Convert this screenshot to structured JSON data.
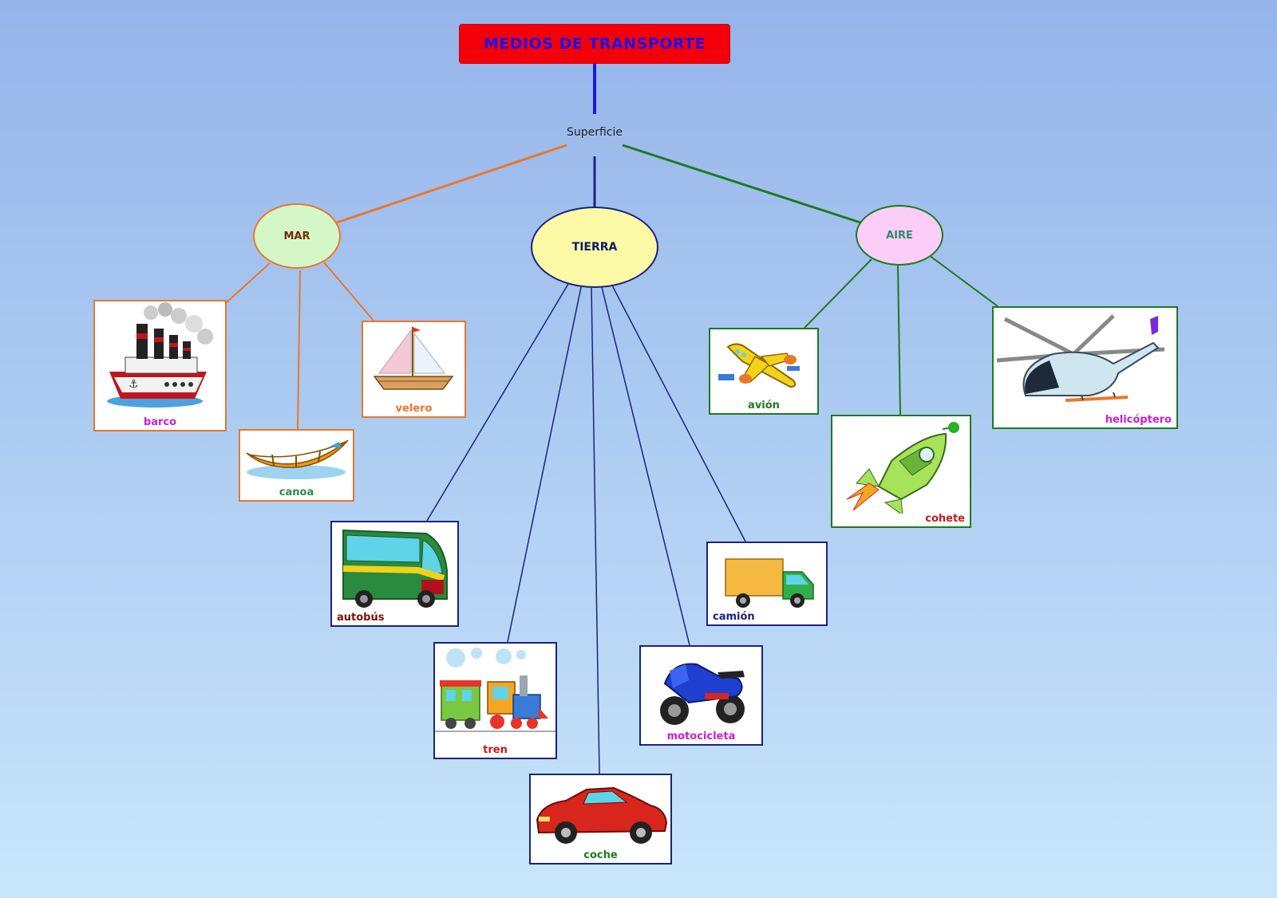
{
  "title": "MEDIOS DE TRANSPORTE",
  "link_label": "Superficie",
  "categories": {
    "mar": {
      "label": "MAR",
      "fill": "#d4f7c8",
      "text_color": "#7a2a00",
      "line_color": "#e8782a"
    },
    "tierra": {
      "label": "TIERRA",
      "fill": "#fbf9a6",
      "text_color": "#0d1a6e",
      "line_color": "#1a237e"
    },
    "aire": {
      "label": "AIRE",
      "fill": "#fbcdf7",
      "text_color": "#2e8a6e",
      "line_color": "#1e7a1e"
    }
  },
  "items": {
    "barco": {
      "label": "barco",
      "color": "#c81fd0",
      "icon": "ship-icon"
    },
    "canoa": {
      "label": "canoa",
      "color": "#2a8a4a",
      "icon": "canoe-icon"
    },
    "velero": {
      "label": "velero",
      "color": "#e8782a",
      "icon": "sailboat-icon"
    },
    "autobus": {
      "label": "autobús",
      "color": "#7a1010",
      "icon": "bus-icon"
    },
    "tren": {
      "label": "tren",
      "color": "#c81a1a",
      "icon": "train-icon"
    },
    "coche": {
      "label": "coche",
      "color": "#1e7a1e",
      "icon": "car-icon"
    },
    "motocicleta": {
      "label": "motocicleta",
      "color": "#c81fd0",
      "icon": "motorcycle-icon"
    },
    "camion": {
      "label": "camión",
      "color": "#1a237e",
      "icon": "truck-icon"
    },
    "avion": {
      "label": "avión",
      "color": "#1e7a1e",
      "icon": "airplane-icon"
    },
    "cohete": {
      "label": "cohete",
      "color": "#c81a1a",
      "icon": "rocket-icon"
    },
    "helicoptero": {
      "label": "helicóptero",
      "color": "#c81fd0",
      "icon": "helicopter-icon"
    }
  }
}
